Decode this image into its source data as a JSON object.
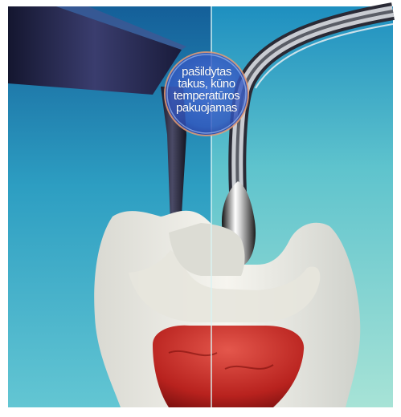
{
  "callout": {
    "lines": [
      "pašildytas",
      "takus, kūno",
      "temperatūros",
      "pakuojamas"
    ]
  },
  "colors": {
    "background_left": "#2d9ec2",
    "background_right": "#8fd6d0",
    "left_instrument": "#2c2f5c",
    "tooth_enamel": "#ecebe4",
    "pulp": "#c8302a",
    "callout_ring": "#2b56c8"
  },
  "icons": {
    "left_tool": "heated-plugger-instrument",
    "right_tool": "warm-gutta-percha-applicator",
    "subject": "tooth-cross-section"
  }
}
